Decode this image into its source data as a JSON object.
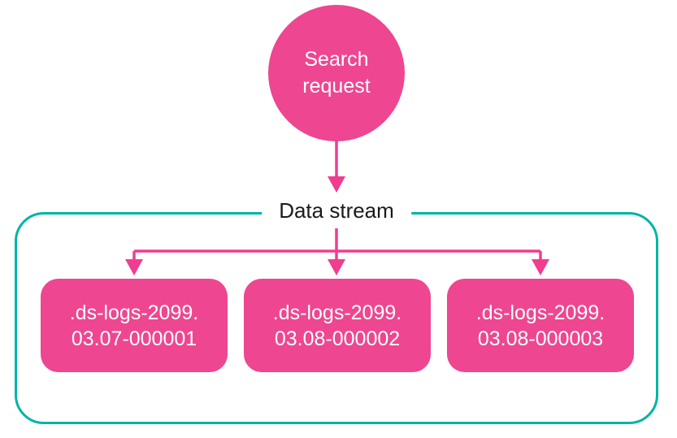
{
  "diagram": {
    "search_request_node": {
      "label": "Search\nrequest"
    },
    "data_stream": {
      "label": "Data stream"
    },
    "backing_indices": [
      {
        "label": ".ds-logs-2099.\n03.07-000001"
      },
      {
        "label": ".ds-logs-2099.\n03.08-000002"
      },
      {
        "label": ".ds-logs-2099.\n03.08-000003"
      }
    ],
    "colors": {
      "pink": "#ee4690",
      "arrow_pink": "#f03d90",
      "teal": "#00b4a6",
      "text_light": "#ffffff",
      "text_dark": "#1a1a1a",
      "background": "#ffffff"
    }
  }
}
